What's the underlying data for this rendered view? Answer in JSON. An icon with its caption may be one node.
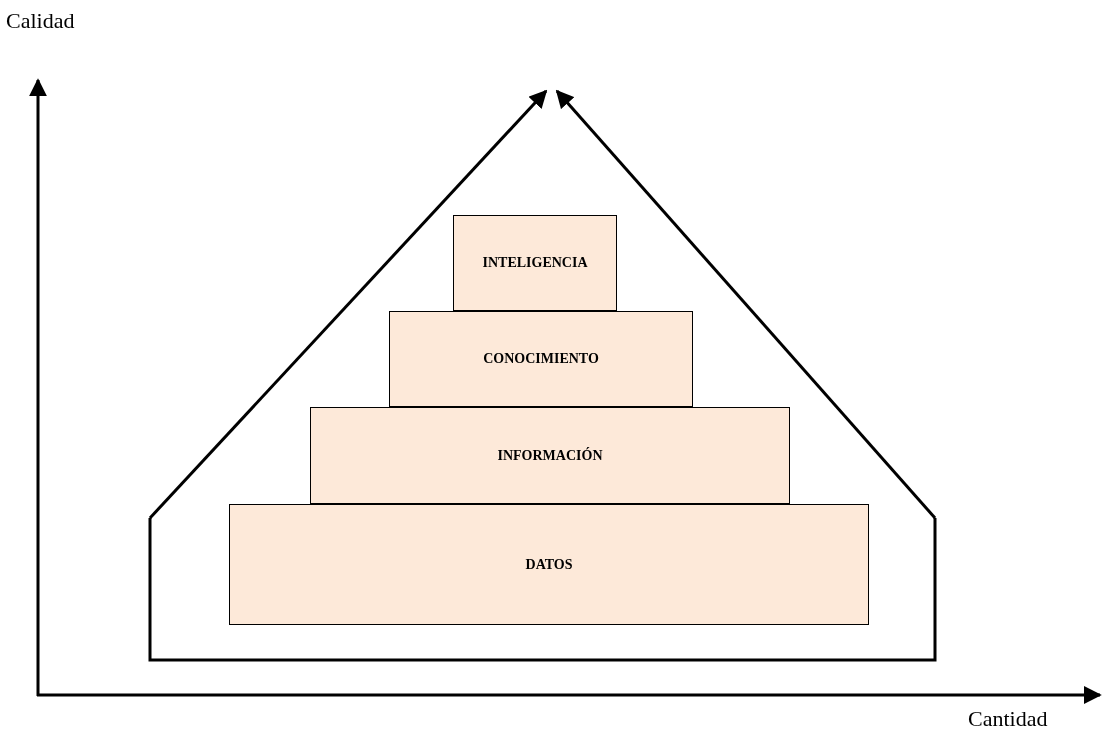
{
  "diagram": {
    "nodes": [
      {
        "text": [
          "INTELIGENCIA"
        ]
      },
      {
        "text": [
          "CONOCIMIENTO"
        ]
      },
      {
        "text": [
          "INFORMACIÓN"
        ]
      },
      {
        "text": [
          "DATOS"
        ]
      }
    ],
    "labels": [
      "Calidad",
      "Cantidad"
    ]
  }
}
